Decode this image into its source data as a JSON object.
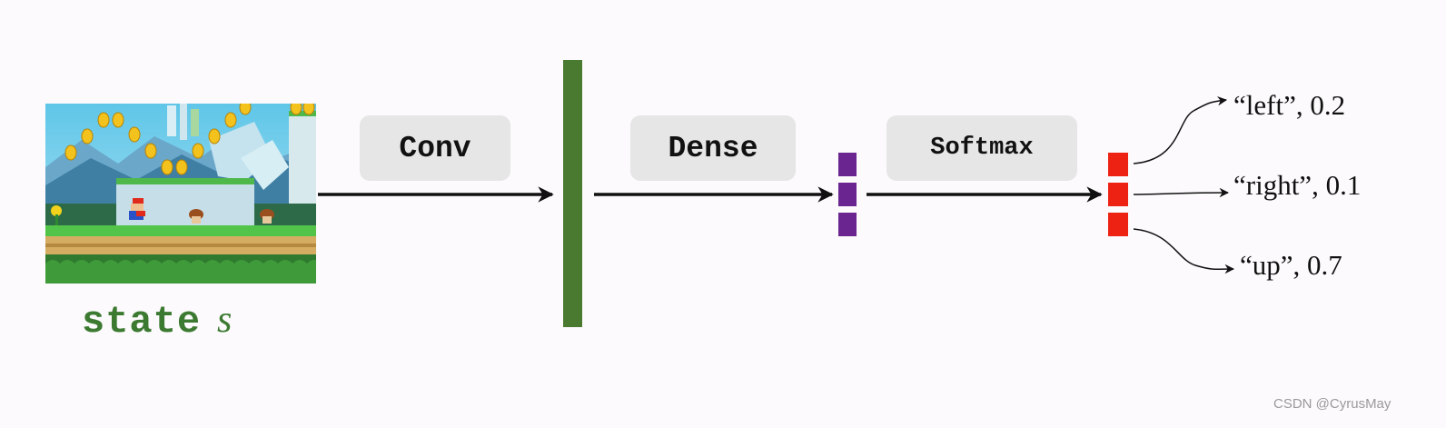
{
  "input": {
    "caption_word": "state",
    "caption_variable": "s"
  },
  "operations": {
    "conv": "Conv",
    "dense": "Dense",
    "softmax": "Softmax"
  },
  "outputs": [
    {
      "label": "“left”, 0.2"
    },
    {
      "label": "“right”, 0.1"
    },
    {
      "label": "“up”, 0.7"
    }
  ],
  "colors": {
    "conv_layer": "#4a7a30",
    "dense_units": "#6a2590",
    "softmax_units": "#ee2212",
    "caption": "#3c7a32",
    "op_box": "#e6e6e6"
  },
  "watermark": "CSDN @CyrusMay"
}
